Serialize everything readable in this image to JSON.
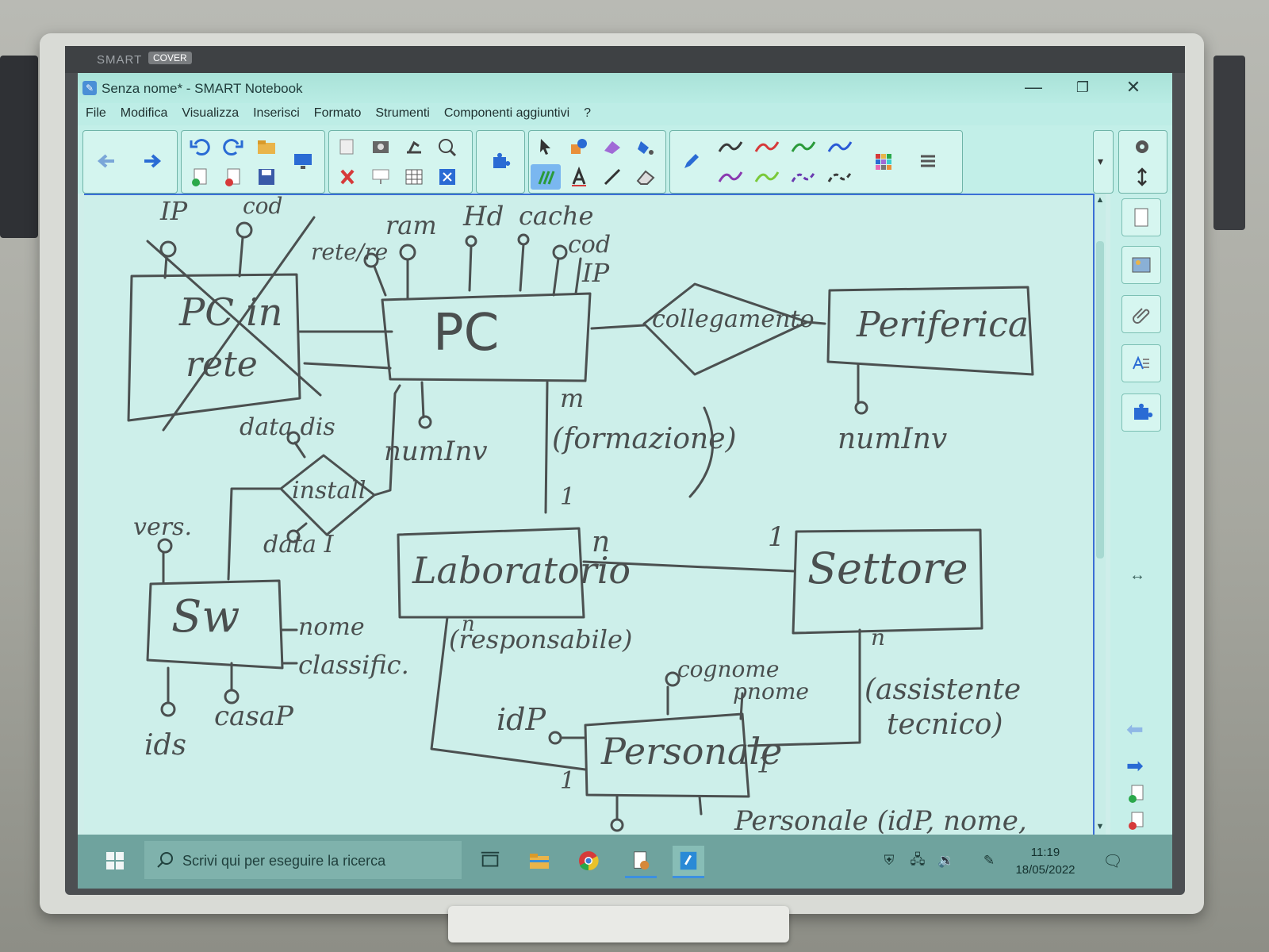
{
  "bezel": {
    "brand": "SMART",
    "sticker": "COVER"
  },
  "window": {
    "title": "Senza nome* - SMART Notebook",
    "controls": [
      "minimize",
      "restore",
      "close"
    ]
  },
  "menu": [
    "File",
    "Modifica",
    "Visualizza",
    "Inserisci",
    "Formato",
    "Strumenti",
    "Componenti aggiuntivi",
    "?"
  ],
  "toolbar": {
    "groups": [
      [
        "back-icon",
        "forward-icon"
      ],
      [
        "undo-icon",
        "redo-icon",
        "open-folder-icon",
        "add-page-icon",
        "delete-page-icon",
        "save-icon",
        "display-icon"
      ],
      [
        "screen-capture-icon",
        "camera-icon",
        "document-camera-icon",
        "magic-pen-icon",
        "delete-icon",
        "screen-shade-icon",
        "table-icon",
        "full-screen-icon"
      ],
      [
        "addon-puzzle-icon"
      ],
      [
        "select-arrow-icon",
        "shapes-icon",
        "eraser-shape-icon",
        "fill-icon",
        "pens-icon",
        "text-icon",
        "line-icon",
        "eraser-icon"
      ],
      [
        "pen-icon",
        "properties-icon"
      ]
    ],
    "pen_colors": [
      "#3a3a3a",
      "#d63a3a",
      "#2a9a3a",
      "#2a5ad6",
      "#8a3ab0",
      "#7ac93a",
      "#6a3ab0",
      "#3a3a3a"
    ]
  },
  "board_text": {
    "pc": "PC",
    "pc_in_rete": [
      "PC in",
      "rete"
    ],
    "collegamento": "collegamento",
    "periferica": "Periferica",
    "num_inv_right": "numInv",
    "num_inv_left": "numInv",
    "formazione": "(formazione)",
    "m": "m",
    "one_a": "1",
    "laboratorio": "Laboratorio",
    "settore": "Settore",
    "n_lab": "n",
    "one_settore": "1",
    "sw": "Sw",
    "install": "install",
    "data_dis": "data dis",
    "data_i": "data I",
    "vers": "vers.",
    "nome": "nome",
    "classific": "classific.",
    "ids": "ids",
    "casa_p": "casaP",
    "responsabile": "(responsabile)",
    "n_resp": "n",
    "personale": "Personale",
    "idp": "idP",
    "cognome": "cognome",
    "pnome": "pnome",
    "assistente": [
      "(assistente",
      "tecnico)"
    ],
    "n_ass": "n",
    "one_pers": "1",
    "one_pers_left": "1",
    "attrs_top": [
      "IP",
      "cod",
      "rete/re",
      "ram",
      "Hd",
      "cache",
      "cod",
      "IP"
    ],
    "schema_line": "Personale (idP, nome,"
  },
  "side_tabs": [
    "page-sorter-icon",
    "gallery-icon",
    "attachments-icon",
    "properties-icon",
    "addons-icon"
  ],
  "taskbar": {
    "search_placeholder": "Scrivi qui per eseguire la ricerca",
    "apps": [
      "task-view-icon",
      "file-explorer-icon",
      "chrome-icon",
      "notebook-doc-icon",
      "smart-notebook-icon"
    ],
    "time": "11:19",
    "date": "18/05/2022"
  }
}
